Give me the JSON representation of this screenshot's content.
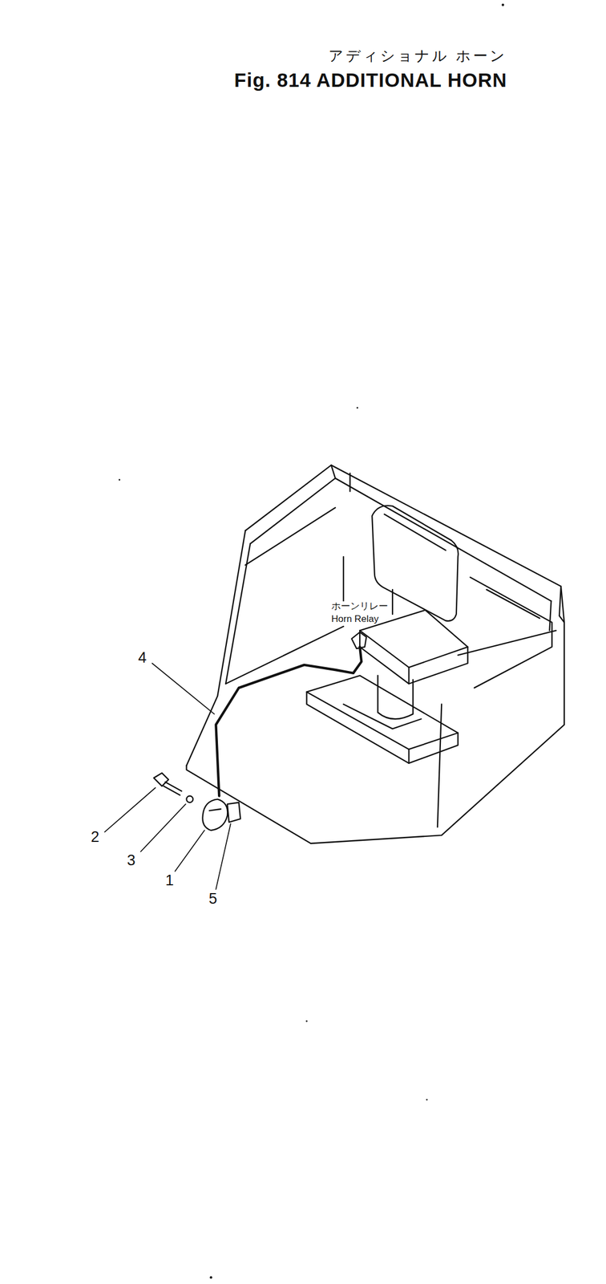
{
  "diagram": {
    "title": "Fig. 814 ADDITIONAL HORN",
    "labels": [
      "アディショナル ホーン",
      "ホーンリレー",
      "Horn Relay",
      "4",
      "2",
      "3",
      "1",
      "5"
    ]
  }
}
